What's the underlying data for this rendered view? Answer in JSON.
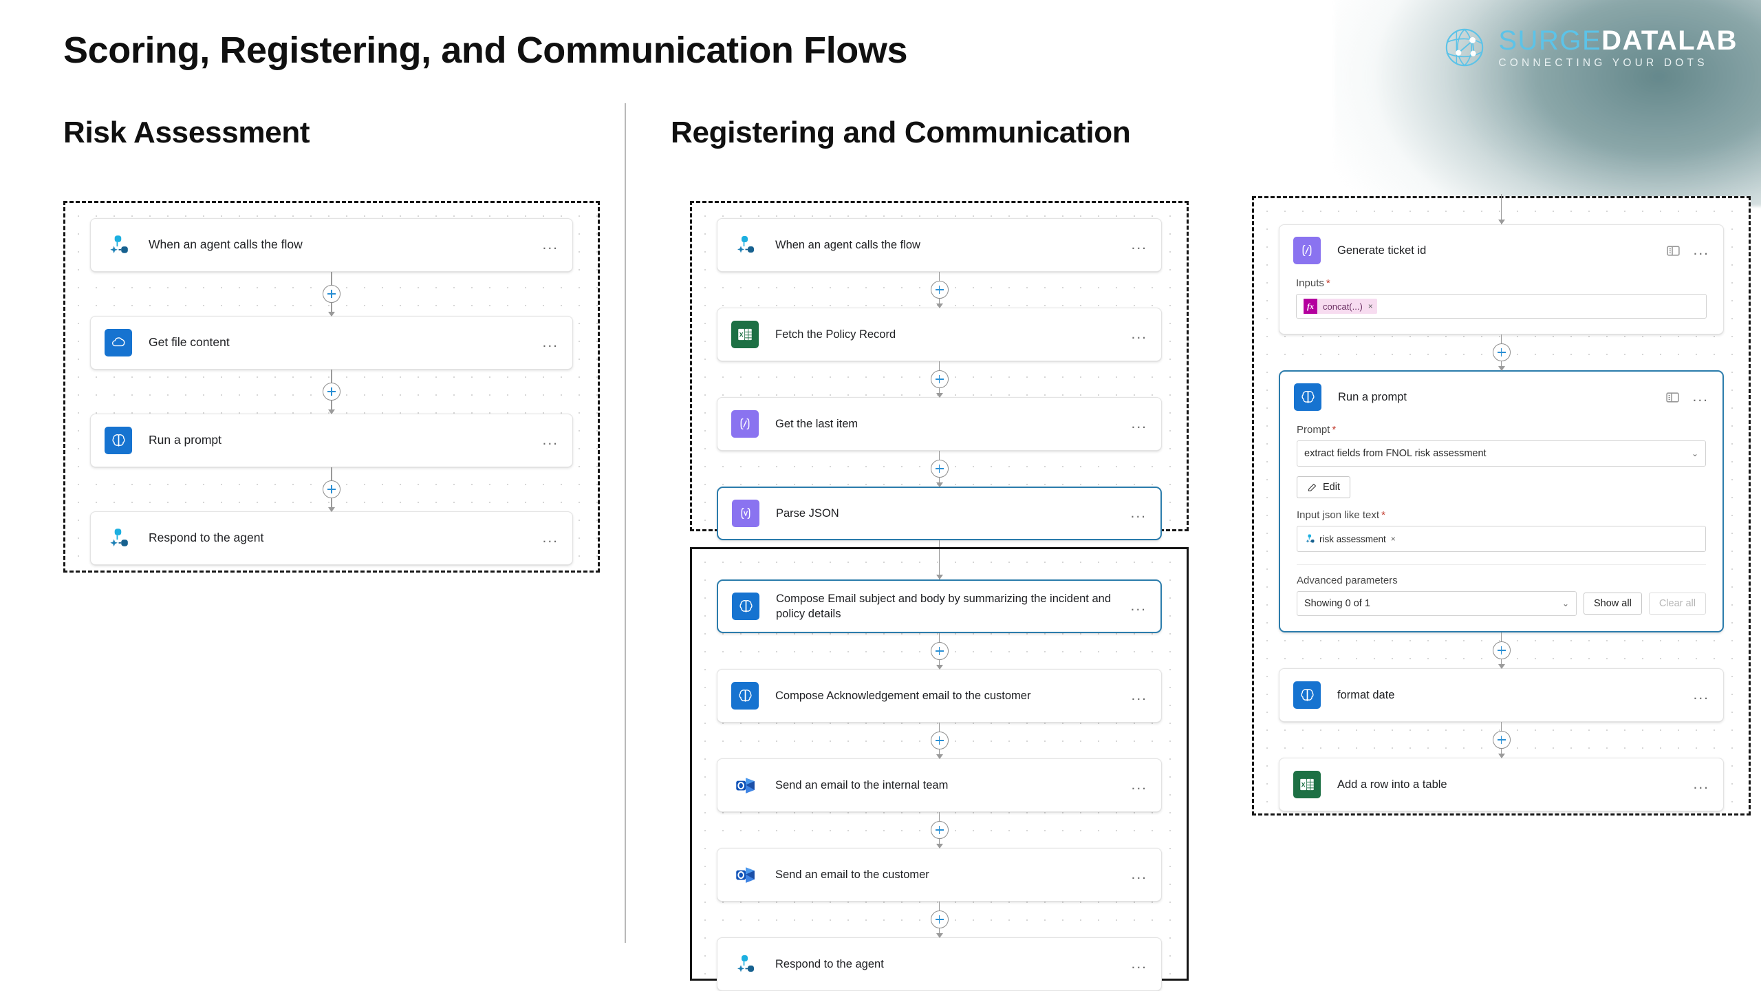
{
  "deck": {
    "title": "Scoring, Registering, and Communication Flows",
    "sections": {
      "left": "Risk Assessment",
      "right": "Registering and Communication"
    }
  },
  "brand": {
    "word_a": "SURGE",
    "word_b": "DATALAB",
    "tagline": "CONNECTING YOUR DOTS",
    "mark_icon": "connected-dots-globe-icon",
    "color_accent": "#5cc3e8",
    "color_word": "#ffffff"
  },
  "flows": {
    "risk_assessment": {
      "steps": [
        {
          "label": "When an agent calls the flow",
          "icon": "agent-flow-icon",
          "icon_style": "plain",
          "menu": "...",
          "selected": false
        },
        {
          "label": "Get file content",
          "icon": "onedrive-icon",
          "icon_style": "blue",
          "menu": "...",
          "selected": false
        },
        {
          "label": "Run a prompt",
          "icon": "ai-builder-icon",
          "icon_style": "blue",
          "menu": "...",
          "selected": false
        },
        {
          "label": "Respond to the agent",
          "icon": "agent-flow-icon",
          "icon_style": "plain",
          "menu": "...",
          "selected": false
        }
      ]
    },
    "registering_top": {
      "steps": [
        {
          "label": "When an agent calls the flow",
          "icon": "agent-flow-icon",
          "icon_style": "plain",
          "menu": "...",
          "selected": false
        },
        {
          "label": "Fetch the Policy Record",
          "icon": "excel-icon",
          "icon_style": "green",
          "menu": "...",
          "selected": false
        },
        {
          "label": "Get the last item",
          "icon": "data-operation-icon",
          "icon_style": "purple",
          "menu": "...",
          "selected": false
        },
        {
          "label": "Parse JSON",
          "icon": "parse-json-icon",
          "icon_style": "purple",
          "menu": "...",
          "selected": true
        }
      ]
    },
    "registering_bottom": {
      "steps": [
        {
          "label": "Compose Email subject and body by summarizing the incident and policy details",
          "icon": "ai-builder-icon",
          "icon_style": "blue",
          "menu": "...",
          "selected": true
        },
        {
          "label": "Compose Acknowledgement email to the customer",
          "icon": "ai-builder-icon",
          "icon_style": "blue",
          "menu": "...",
          "selected": false
        },
        {
          "label": "Send an email to the internal team",
          "icon": "outlook-icon",
          "icon_style": "plain",
          "menu": "...",
          "selected": false
        },
        {
          "label": "Send an email to the customer",
          "icon": "outlook-icon",
          "icon_style": "plain",
          "menu": "...",
          "selected": false
        },
        {
          "label": "Respond to the agent",
          "icon": "agent-flow-icon",
          "icon_style": "plain",
          "menu": "...",
          "selected": false
        }
      ]
    },
    "registering_right": {
      "generate_ticket": {
        "label": "Generate ticket id",
        "icon": "data-operation-icon",
        "icon_style": "purple",
        "panel_icon": "split-panel-icon",
        "menu": "...",
        "inputs_label": "Inputs",
        "required_mark": "*",
        "input_token": "concat(...)",
        "token_prefix": "fx",
        "token_remove": "×"
      },
      "run_a_prompt": {
        "label": "Run a prompt",
        "icon": "ai-builder-icon",
        "icon_style": "blue",
        "panel_icon": "split-panel-icon",
        "menu": "...",
        "prompt_label": "Prompt",
        "prompt_value": "extract fields from FNOL risk assessment",
        "prompt_chevron": "⌄",
        "edit_button": "Edit",
        "edit_icon": "pencil-icon",
        "input_json_label": "Input json like text",
        "input_json_token": "risk assessment",
        "input_json_token_icon": "agent-flow-icon",
        "input_json_remove": "×",
        "advanced_label": "Advanced parameters",
        "advanced_value": "Showing 0 of 1",
        "advanced_chevron": "⌄",
        "show_all_button": "Show all",
        "clear_all_button": "Clear all",
        "required_mark": "*"
      },
      "steps_after": [
        {
          "label": "format date",
          "icon": "ai-builder-icon",
          "icon_style": "blue",
          "menu": "..."
        },
        {
          "label": "Add a row into a table",
          "icon": "excel-icon",
          "icon_style": "green",
          "menu": "..."
        }
      ]
    }
  }
}
